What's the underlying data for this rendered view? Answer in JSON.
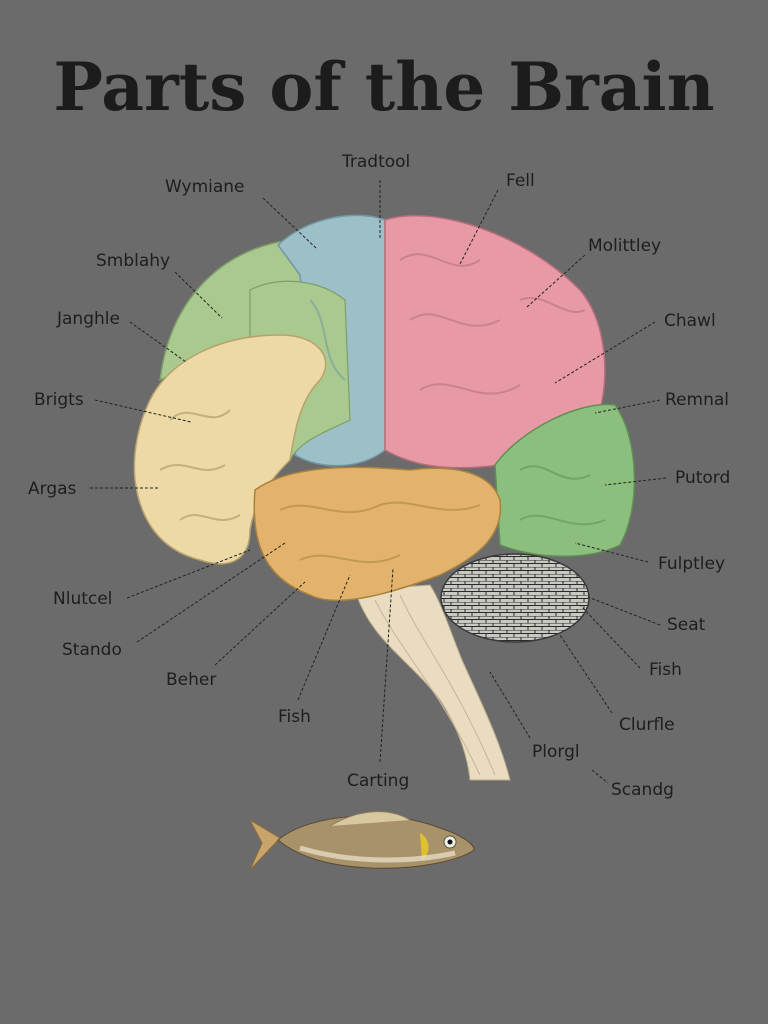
{
  "title": "Parts of the Brain",
  "colors": {
    "background": "#6b6b6b",
    "frontal_beige": "#ecd9a6",
    "parietal_green": "#a9c98e",
    "motor_blue": "#9cbfc8",
    "occipital_pink": "#e79aa6",
    "posterior_green": "#8cbf7e",
    "temporal_orange": "#e3b36e",
    "cerebellum_gray": "#b8b8b4",
    "brainstem": "#e8dcc0"
  },
  "labels": [
    {
      "id": "tradtool",
      "text": "Tradtool"
    },
    {
      "id": "wymiane",
      "text": "Wymiane"
    },
    {
      "id": "fell",
      "text": "Fell"
    },
    {
      "id": "smblahy",
      "text": "Smblahy"
    },
    {
      "id": "molittley",
      "text": "Molittley"
    },
    {
      "id": "janghle",
      "text": "Janghle"
    },
    {
      "id": "chawl",
      "text": "Chawl"
    },
    {
      "id": "brigts",
      "text": "Brigts"
    },
    {
      "id": "remnal",
      "text": "Remnal"
    },
    {
      "id": "argas",
      "text": "Argas"
    },
    {
      "id": "putord",
      "text": "Putord"
    },
    {
      "id": "fulptley",
      "text": "Fulptley"
    },
    {
      "id": "nlutcel",
      "text": "Nlutcel"
    },
    {
      "id": "seat",
      "text": "Seat"
    },
    {
      "id": "stando",
      "text": "Stando"
    },
    {
      "id": "fish_right",
      "text": "Fish"
    },
    {
      "id": "beher",
      "text": "Beher"
    },
    {
      "id": "fish_left",
      "text": "Fish"
    },
    {
      "id": "clurfle",
      "text": "Clurfle"
    },
    {
      "id": "plorgl",
      "text": "Plorgl"
    },
    {
      "id": "carting",
      "text": "Carting"
    },
    {
      "id": "scandg",
      "text": "Scandg"
    }
  ]
}
